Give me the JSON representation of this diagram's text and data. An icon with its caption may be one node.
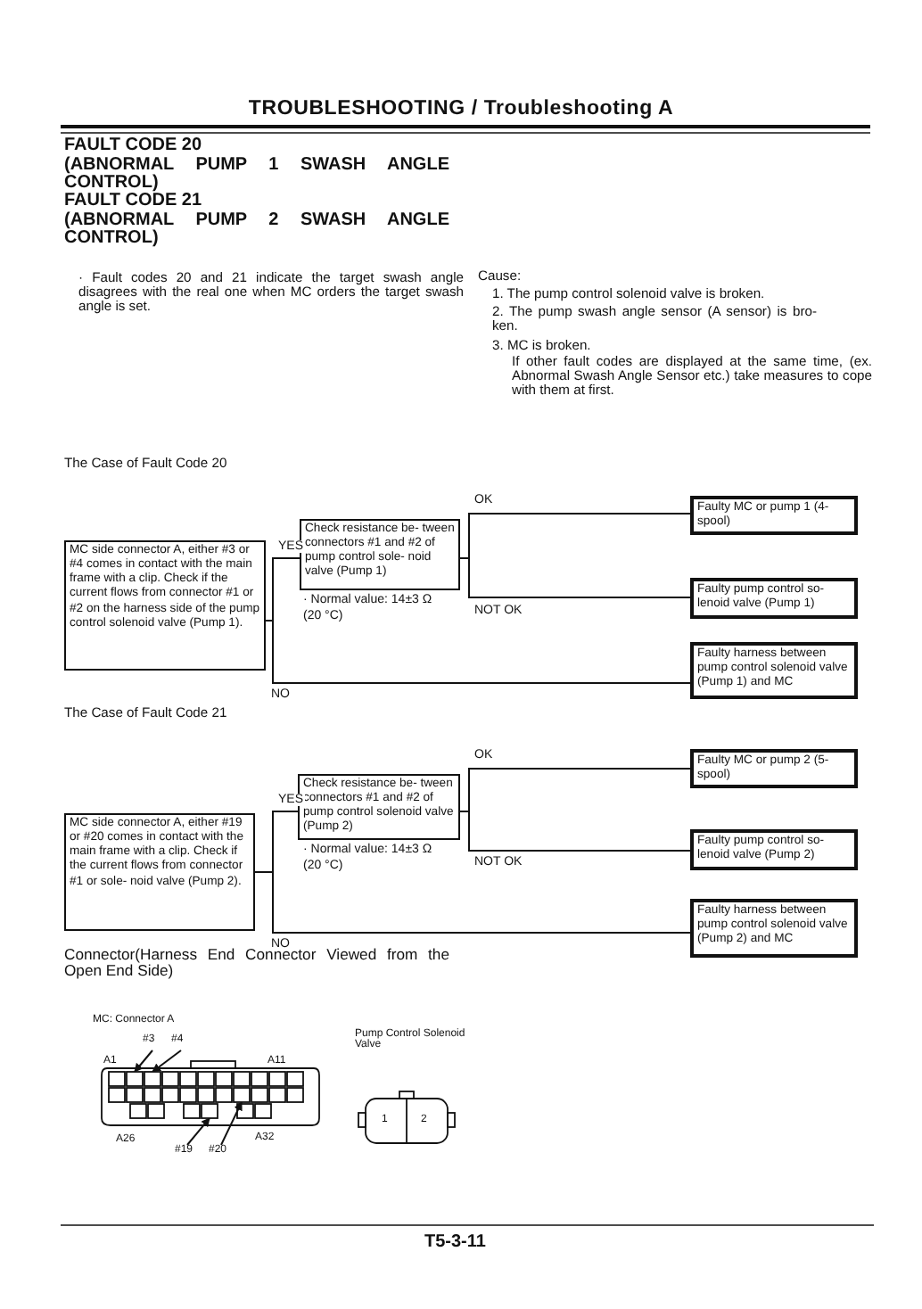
{
  "diagram": {
    "title": "TROUBLESHOOTING / Troubleshooting A",
    "nodes": [
      {
        "text": [
          "MC side connector A, either #3 or #4 comes in contact with the main frame with a clip. Check if the current flows from connector #1 or #2 on the harness side of the pump control solenoid valve (Pump 1)."
        ]
      },
      {
        "text": [
          "Check resistance be- tween connectors #1 and #2 of pump control sole- noid valve (Pump 1)"
        ],
        "beside": [
          "· Normal value: 14±3 Ω (20 °C)"
        ]
      },
      {
        "text": [
          "Faulty MC or pump 1 (4- spool)"
        ]
      },
      {
        "text": [
          "Faulty pump control so- lenoid valve (Pump 1)"
        ]
      },
      {
        "text": [
          "Faulty harness between pump control solenoid valve (Pump 1) and MC"
        ]
      },
      {
        "text": [
          "MC side connector A, either #19 or #20 comes in contact with the main frame with a clip. Check if the current flows from connector #1 or sole- noid valve (Pump 2)."
        ]
      },
      {
        "text": [
          "Check resistance be- tween connectors #1 and #2 of pump control solenoid valve (Pump 2)"
        ],
        "beside": [
          "· Normal value: 14±3 Ω (20 °C)"
        ]
      },
      {
        "text": [
          "Faulty MC or pump 2 (5- spool)"
        ]
      },
      {
        "text": [
          "Faulty pump control so- lenoid valve (Pump 2)"
        ]
      },
      {
        "text": [
          "Faulty harness between pump control solenoid valve (Pump 2) and MC"
        ]
      },
      {
        "text": [
          "#3"
        ]
      },
      {
        "text": [
          "#4"
        ]
      },
      {
        "text": [
          "#19"
        ]
      },
      {
        "text": [
          "#20"
        ]
      },
      {
        "text": [],
        "shape": "box"
      },
      {
        "text": [],
        "shape": "box"
      },
      {
        "text": [],
        "shape": "box"
      },
      {
        "text": [],
        "shape": "box"
      }
    ],
    "edges": [
      {
        "from": 0,
        "to": 1,
        "arrow": "none",
        "label": "YES"
      },
      {
        "from": 1,
        "to": 2,
        "arrow": "none",
        "label": "OK"
      },
      {
        "from": 1,
        "to": 3,
        "arrow": "none",
        "label": "NOT OK"
      },
      {
        "from": 0,
        "to": 4,
        "arrow": "none",
        "label": "NO"
      },
      {
        "from": 5,
        "to": 6,
        "arrow": "none",
        "label": "YES"
      },
      {
        "from": 6,
        "to": 7,
        "arrow": "none",
        "label": "OK"
      },
      {
        "from": 6,
        "to": 8,
        "arrow": "none",
        "label": "NOT OK"
      },
      {
        "from": 5,
        "to": 9,
        "arrow": "none",
        "label": "NO"
      },
      {
        "from": 10,
        "to": 14,
        "arrow": "to"
      },
      {
        "from": 11,
        "to": 15,
        "arrow": "to"
      },
      {
        "from": 12,
        "to": 16,
        "arrow": "to"
      },
      {
        "from": 13,
        "to": 17,
        "arrow": "to"
      }
    ],
    "labels": [
      "FAULT CODE 20",
      "(ABNORMAL PUMP 1 SWASH ANGLE CONTROL)",
      "FAULT CODE 21",
      "(ABNORMAL PUMP 2 SWASH ANGLE CONTROL)",
      "· Fault codes 20 and 21 indicate the target swash angle disagrees with the real one when MC orders the target swash angle is set.",
      "Cause:",
      "1. The pump control solenoid valve is broken.",
      "2. The pump swash angle sensor (A sensor) is bro- ken.",
      "3. MC is broken.",
      "If other fault codes are displayed at the same time, (ex. Abnormal Swash Angle Sensor etc.) take measures to cope with them at first.",
      "The Case of Fault Code 20",
      "The Case of Fault Code 21",
      "Connector(Harness End Connector Viewed from the Open End Side)",
      "MC: Connector A",
      "A1",
      "A11",
      "A26",
      "A32",
      "Pump Control Solenoid Valve",
      "1",
      "2",
      "T5-3-11"
    ]
  }
}
